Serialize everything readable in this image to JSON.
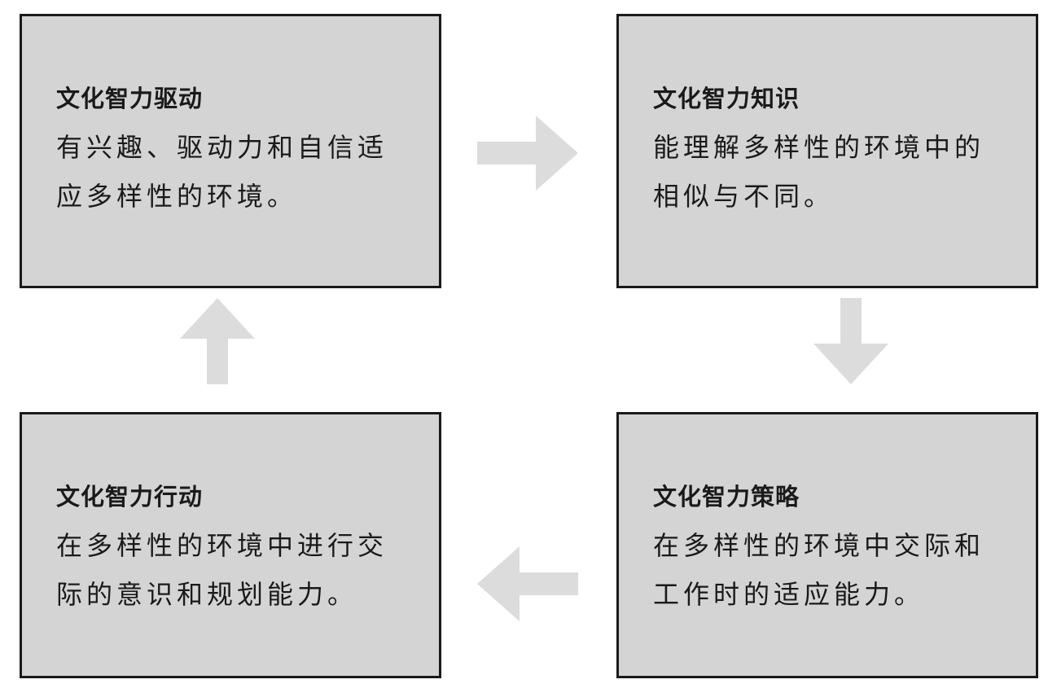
{
  "boxes": {
    "drive": {
      "title": "文化智力驱动",
      "body": "有兴趣、驱动力和自信适应多样性的环境。"
    },
    "knowledge": {
      "title": "文化智力知识",
      "body": "能理解多样性的环境中的相似与不同。"
    },
    "strategy": {
      "title": "文化智力策略",
      "body": "在多样性的环境中交际和工作时的适应能力。"
    },
    "action": {
      "title": "文化智力行动",
      "body": "在多样性的环境中进行交际的意识和规划能力。"
    }
  },
  "colors": {
    "box_fill": "#d4d4d4",
    "box_border": "#1a1a1a",
    "arrow": "#dcdcdc"
  }
}
